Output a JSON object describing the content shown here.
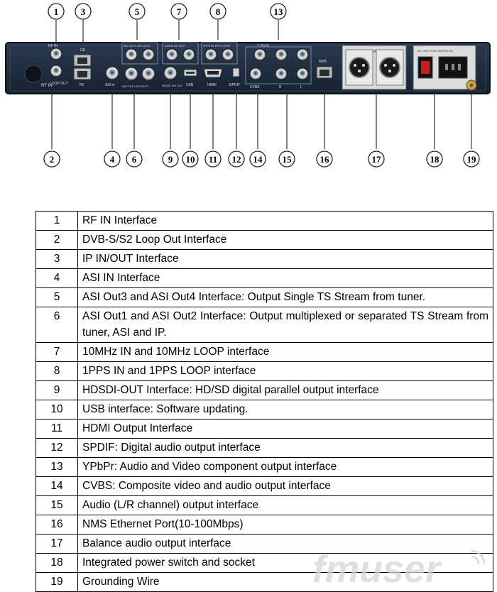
{
  "panel": {
    "labels": {
      "rf_in_top": "RF IN",
      "loop_out": "LOOP OUT",
      "rf_in_side": "RF IN",
      "ge": "GE",
      "fe": "FE",
      "asi_in": "ASI in",
      "asi_out12": "ASI OUT1   ASI OUT2",
      "asi_out34": "ASI OUT3  ASI OUT4",
      "mhz": "10MHz IN  LOOP",
      "pps": "1PPS IN  1PPS LOOP",
      "hdsdi": "HD/SD SDI OUT",
      "usb": "USB",
      "hdmi": "HDMI",
      "spdif": "S/PDIF",
      "cvbs": "CVBS",
      "ypbpr": "Y   Pb   Pr",
      "r": "R",
      "l": "L",
      "nms": "NMS",
      "xlr": "XLR",
      "power": "AC 100V~240V 50/60Hz 2A"
    },
    "callouts": [
      "1",
      "2",
      "3",
      "4",
      "5",
      "6",
      "7",
      "8",
      "9",
      "10",
      "11",
      "12",
      "13",
      "14",
      "15",
      "16",
      "17",
      "18",
      "19"
    ]
  },
  "table": {
    "rows": [
      {
        "num": "1",
        "desc": "RF IN Interface"
      },
      {
        "num": "2",
        "desc": "DVB-S/S2 Loop Out Interface"
      },
      {
        "num": "3",
        "desc": "IP IN/OUT Interface"
      },
      {
        "num": "4",
        "desc": "ASI IN Interface"
      },
      {
        "num": "5",
        "desc": "ASI Out3 and ASI Out4 Interface: Output Single TS Stream from tuner."
      },
      {
        "num": "6",
        "desc": "ASI Out1 and ASI Out2 Interface: Output multiplexed or separated TS Stream from tuner, ASI and IP."
      },
      {
        "num": "7",
        "desc": "10MHz IN and 10MHz LOOP interface"
      },
      {
        "num": "8",
        "desc": "1PPS IN and 1PPS LOOP interface"
      },
      {
        "num": "9",
        "desc": "HDSDI-OUT Interface: HD/SD digital parallel output interface"
      },
      {
        "num": "10",
        "desc": "USB interface: Software updating."
      },
      {
        "num": "11",
        "desc": "HDMI Output Interface"
      },
      {
        "num": "12",
        "desc": "SPDIF: Digital audio output interface"
      },
      {
        "num": "13",
        "desc": "YPbPr: Audio and Video component output interface"
      },
      {
        "num": "14",
        "desc": "CVBS: Composite video and audio output interface"
      },
      {
        "num": "15",
        "desc": "Audio (L/R channel) output interface"
      },
      {
        "num": "16",
        "desc": "NMS Ethernet Port(10-100Mbps)"
      },
      {
        "num": "17",
        "desc": "Balance audio output interface"
      },
      {
        "num": "18",
        "desc": "Integrated power switch and socket"
      },
      {
        "num": "19",
        "desc": "Grounding Wire"
      }
    ]
  },
  "watermark": {
    "text": "fmuser"
  },
  "colors": {
    "panel": "#1d2a3c",
    "connector": "#c8ccd0",
    "callout_border": "#222222",
    "watermark": "#d4d4d4"
  }
}
